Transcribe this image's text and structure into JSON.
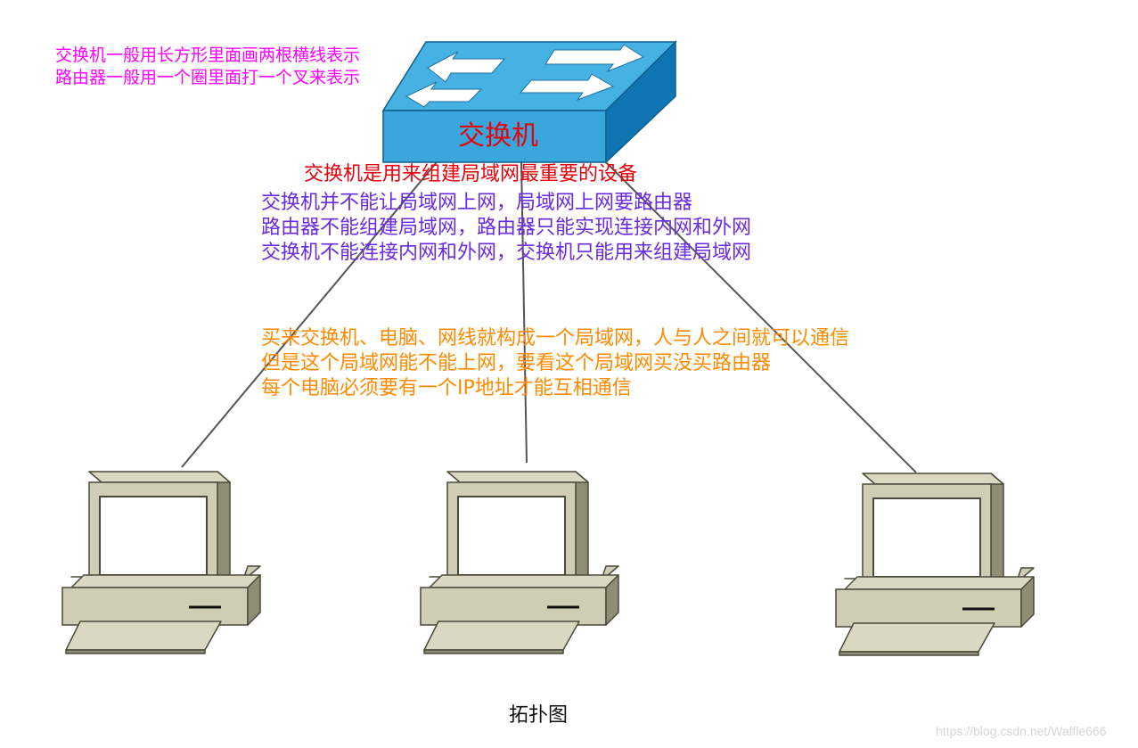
{
  "legend_notes": [
    "交换机一般用长方形里面画两根横线表示",
    "路由器一般用一个圈里面打一个叉来表示"
  ],
  "switch": {
    "label": "交换机",
    "role": "交换机是用来组建局域网最重要的设备",
    "icon": "network-switch-icon",
    "colors": {
      "top": "#46b2e4",
      "front": "#39a6dc",
      "side": "#0f74b2",
      "arrow": "#ffffff"
    }
  },
  "switch_router_notes": [
    "交换机并不能让局域网上网，局域网上网要路由器",
    "路由器不能组建局域网，路由器只能实现连接内网和外网",
    "交换机不能连接内网和外网，交换机只能用来组建局域网"
  ],
  "lan_notes": [
    "买来交换机、电脑、网线就构成一个局域网，人与人之间就可以通信",
    "但是这个局域网能不能上网，要看这个局域网买没买路由器",
    "每个电脑必须要有一个IP地址才能互相通信"
  ],
  "computers": [
    {
      "icon": "computer-icon"
    },
    {
      "icon": "computer-icon"
    },
    {
      "icon": "computer-icon"
    }
  ],
  "caption": "拓扑图",
  "watermark": "https://blog.csdn.net/Waffle666",
  "colors": {
    "legend": "#ff00ff",
    "switch_text": "#e8000b",
    "purple_notes": "#6a2be0",
    "orange_notes": "#ff8a00",
    "cable": "#555555",
    "computer_body": "#cfcdb3",
    "computer_shadow": "#8f8d73",
    "computer_outline": "#4a4a3c"
  }
}
